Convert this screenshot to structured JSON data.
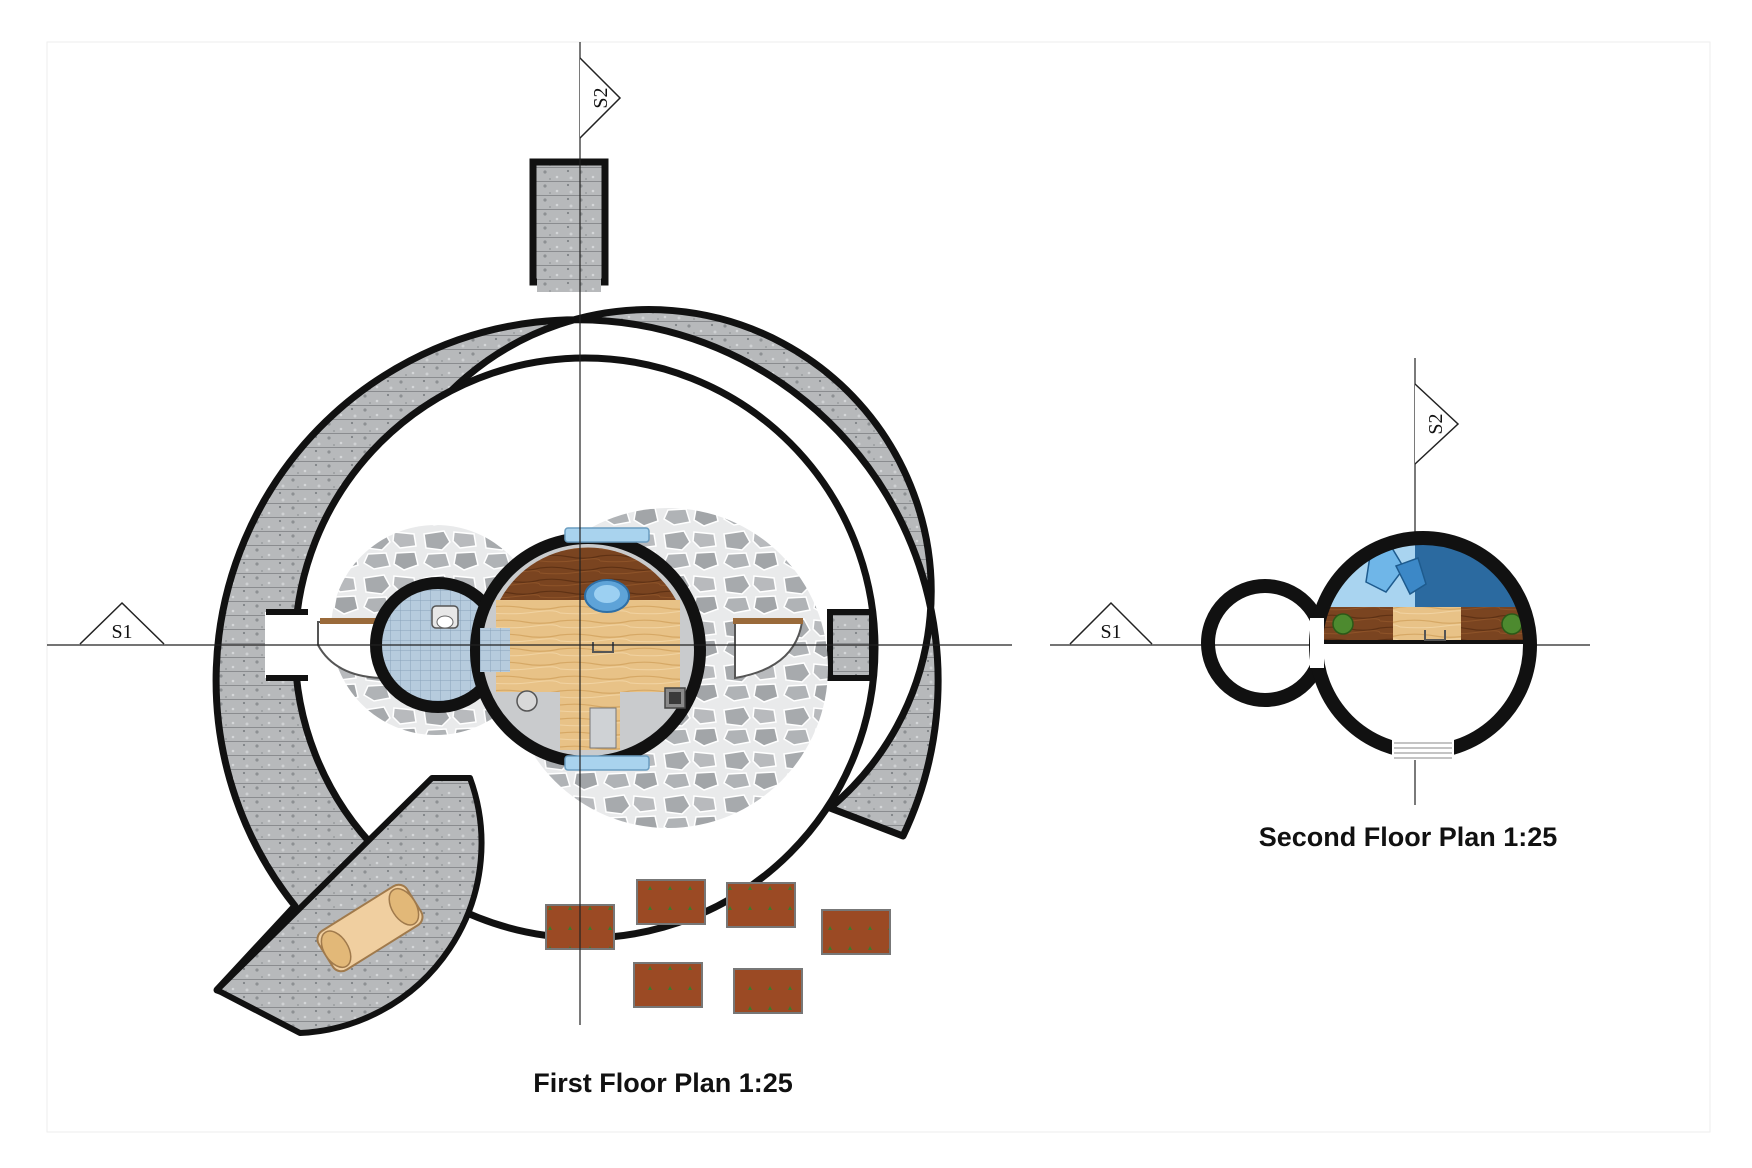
{
  "plans": {
    "first": {
      "title": "First Floor Plan 1:25"
    },
    "second": {
      "title": "Second Floor Plan 1:25"
    }
  },
  "section_markers": {
    "s1_first": "S1",
    "s2_first": "S2",
    "s1_second": "S1",
    "s2_second": "S2"
  },
  "colors": {
    "wall": "#111111",
    "stone_grey": "#b4b6b8",
    "wood_dark": "#6e3b1c",
    "wood_light": "#e9c68c",
    "tile_blue": "#b9cfe0",
    "water_blue": "#2f6fa6",
    "glass_blue": "#a9d3ee",
    "planter_brown": "#9a4a22"
  }
}
